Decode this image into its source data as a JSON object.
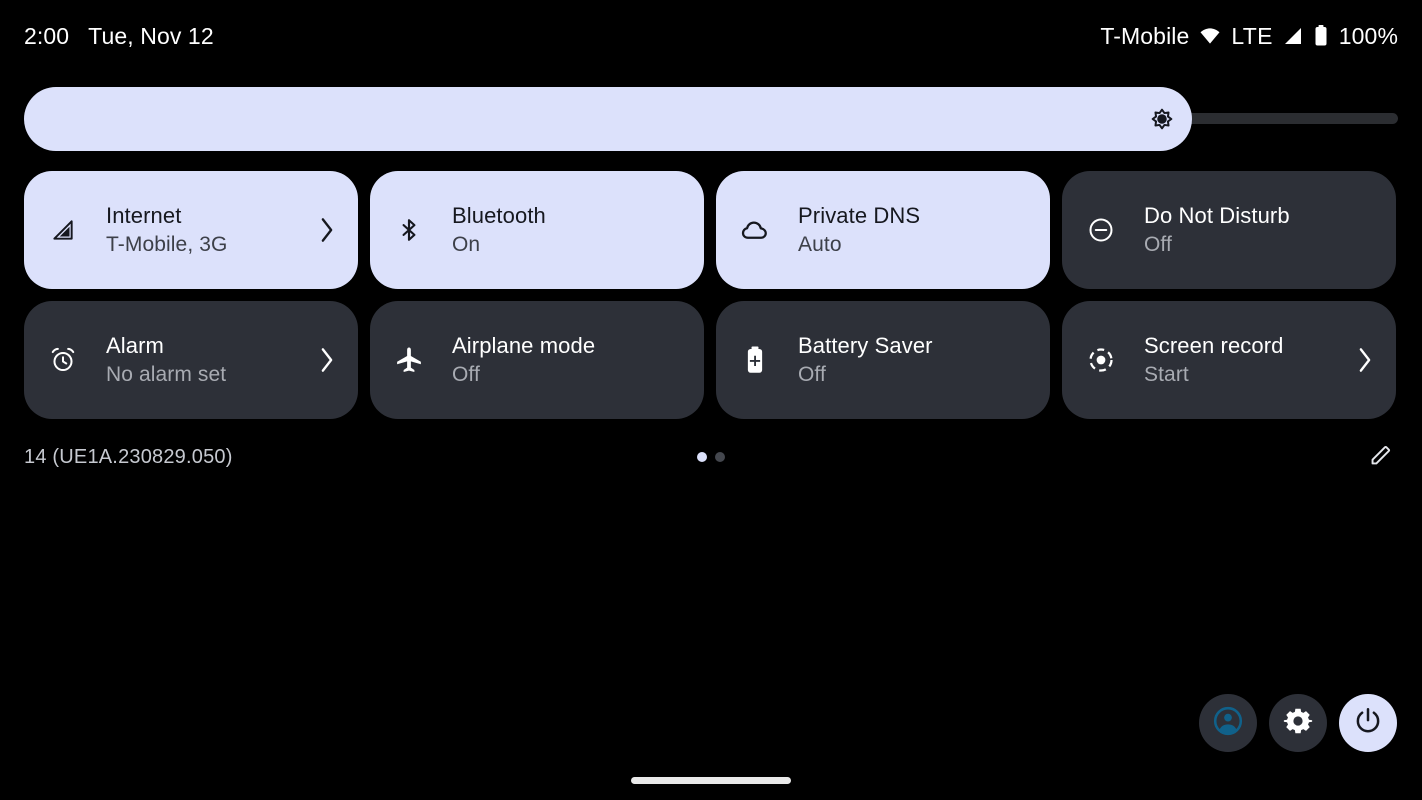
{
  "status_bar": {
    "clock": "2:00",
    "date": "Tue, Nov 12",
    "carrier": "T-Mobile",
    "wifi_icon": "wifi-icon",
    "network_type": "LTE",
    "signal_icon": "signal-bars-icon",
    "battery_icon": "battery-full-icon",
    "battery_percent": "100%"
  },
  "brightness": {
    "label": "Brightness",
    "icon": "brightness-icon",
    "value_percent": 85
  },
  "tiles": [
    {
      "name": "internet",
      "icon": "signal-cellular-icon",
      "title": "Internet",
      "subtitle": "T-Mobile, 3G",
      "state": "active",
      "has_chevron": true
    },
    {
      "name": "bluetooth",
      "icon": "bluetooth-icon",
      "title": "Bluetooth",
      "subtitle": "On",
      "state": "active",
      "has_chevron": false
    },
    {
      "name": "private-dns",
      "icon": "cloud-icon",
      "title": "Private DNS",
      "subtitle": "Auto",
      "state": "active",
      "has_chevron": false
    },
    {
      "name": "do-not-disturb",
      "icon": "do-not-disturb-icon",
      "title": "Do Not Disturb",
      "subtitle": "Off",
      "state": "inactive",
      "has_chevron": false
    },
    {
      "name": "alarm",
      "icon": "alarm-clock-icon",
      "title": "Alarm",
      "subtitle": "No alarm set",
      "state": "inactive",
      "has_chevron": true
    },
    {
      "name": "airplane-mode",
      "icon": "airplane-icon",
      "title": "Airplane mode",
      "subtitle": "Off",
      "state": "inactive",
      "has_chevron": false
    },
    {
      "name": "battery-saver",
      "icon": "battery-saver-icon",
      "title": "Battery Saver",
      "subtitle": "Off",
      "state": "inactive",
      "has_chevron": false
    },
    {
      "name": "screen-record",
      "icon": "screen-record-icon",
      "title": "Screen record",
      "subtitle": "Start",
      "state": "inactive",
      "has_chevron": true
    }
  ],
  "footer": {
    "build_label": "14 (UE1A.230829.050)",
    "pages": {
      "count": 2,
      "active_index": 0
    },
    "edit_icon": "pencil-edit-icon"
  },
  "bottom_actions": [
    {
      "name": "user-switcher-button",
      "icon": "account-circle-icon",
      "style": "dark"
    },
    {
      "name": "settings-button",
      "icon": "gear-icon",
      "style": "dark"
    },
    {
      "name": "power-button",
      "icon": "power-icon",
      "style": "light"
    }
  ],
  "nav_bar": {
    "icon": "home-gesture-pill"
  },
  "colors": {
    "background": "#000000",
    "tile_active_bg": "#dce1fb",
    "tile_inactive_bg": "#2d3038",
    "accent_light": "#dce1fb",
    "avatar_accent": "#10618a",
    "text_on_active": "#16181f",
    "text_on_inactive": "#ffffff",
    "subtitle_inactive": "#a8abb2",
    "slider_track": "#2b2d31",
    "nav_pill": "#e9e9e9"
  }
}
